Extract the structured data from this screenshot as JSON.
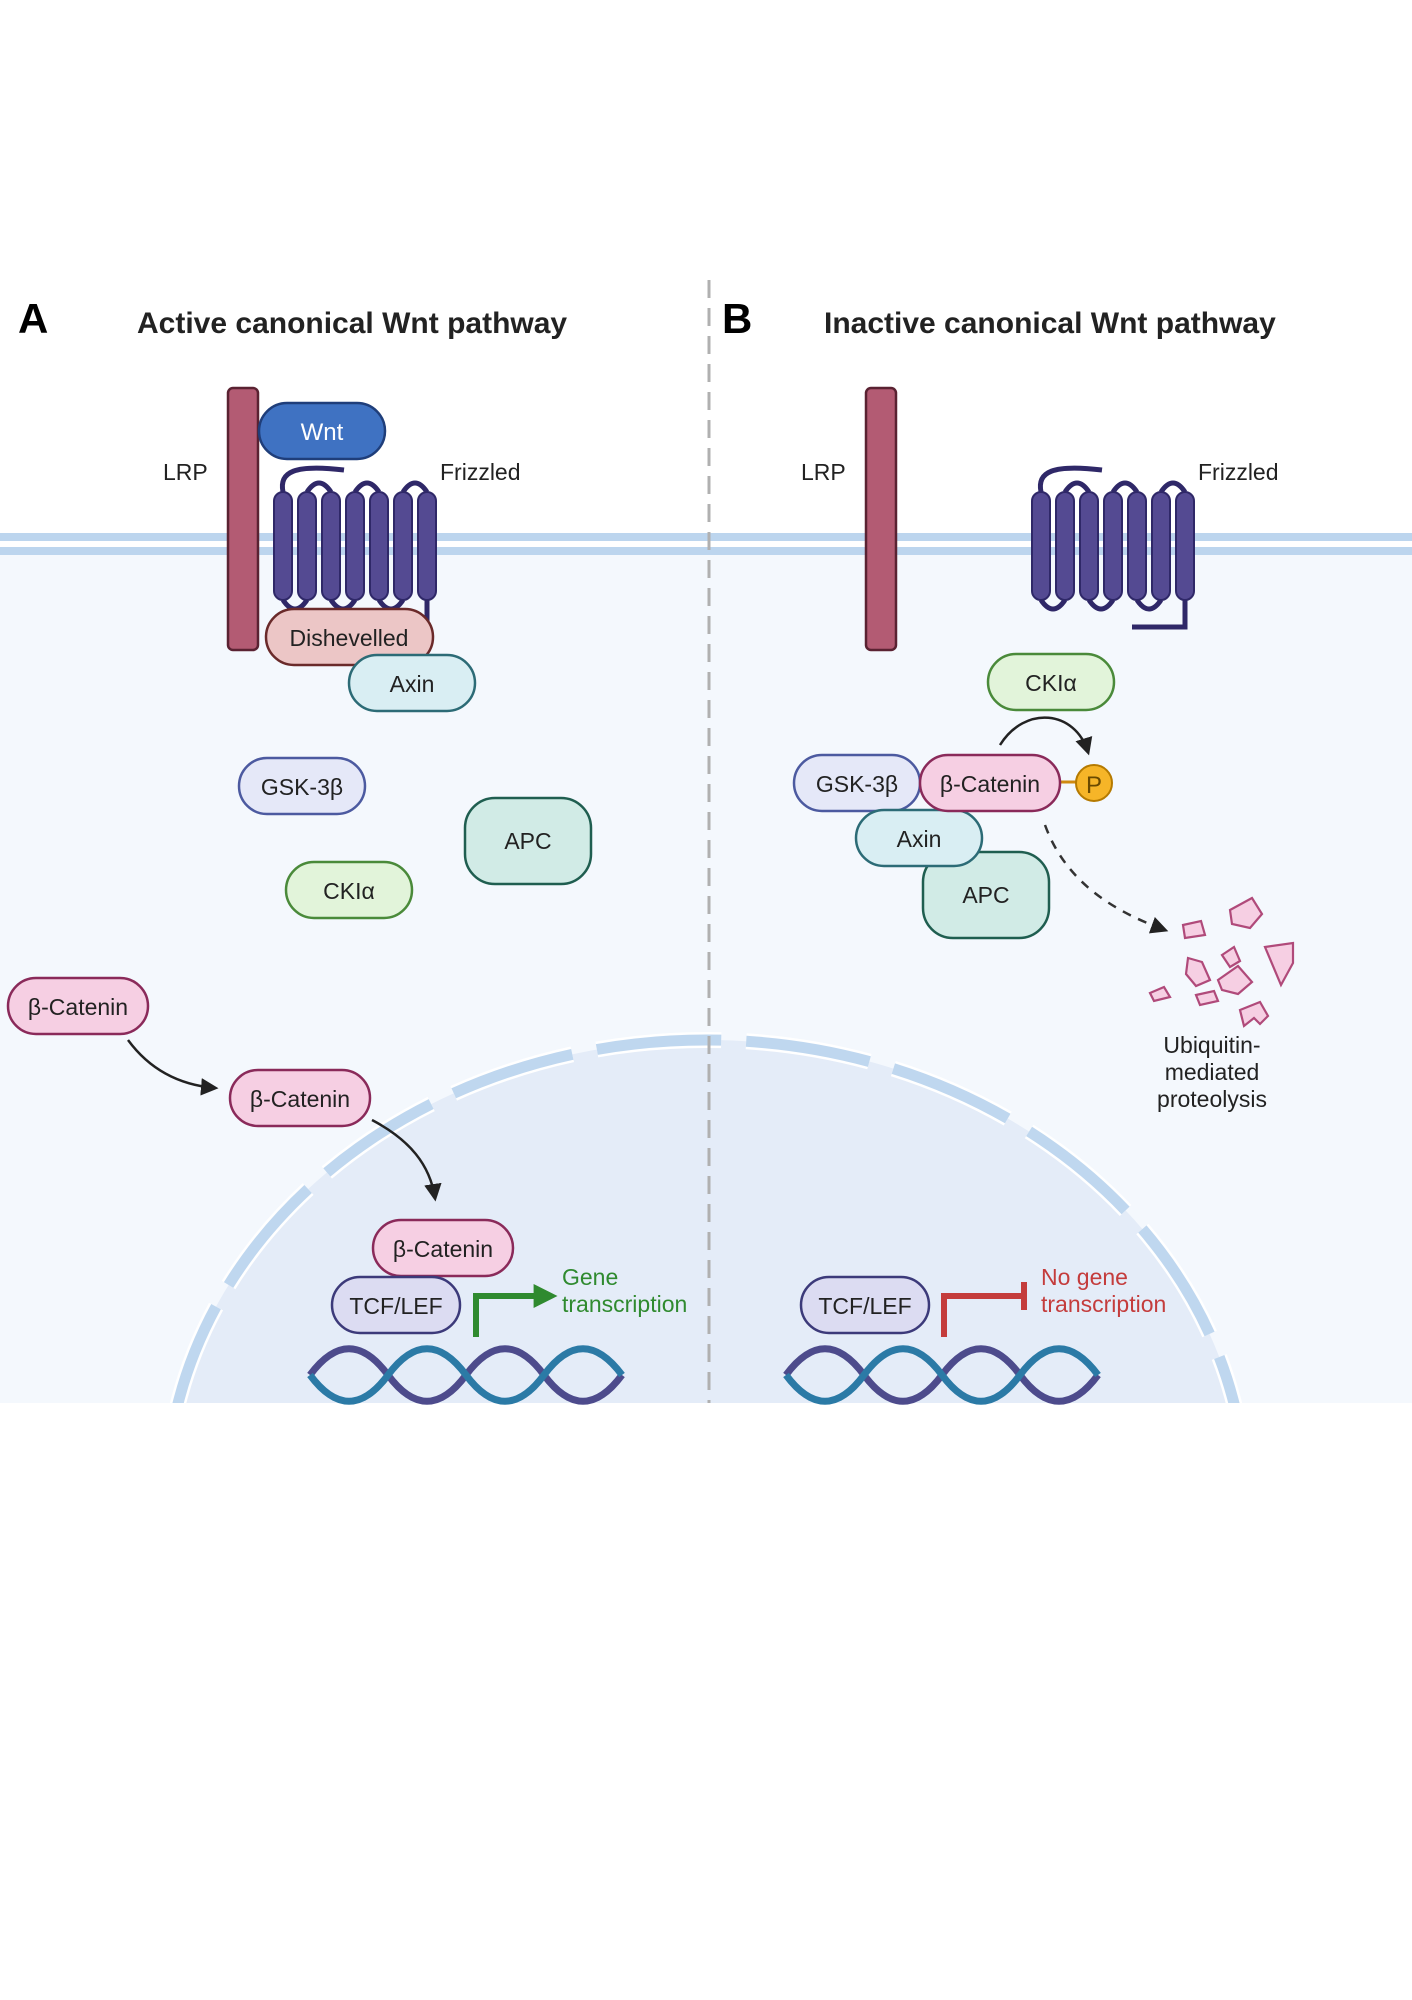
{
  "panel_a": {
    "letter": "A",
    "title": "Active canonical Wnt pathway",
    "lrp": "LRP",
    "frizzled": "Frizzled",
    "wnt": "Wnt",
    "dishevelled": "Dishevelled",
    "axin": "Axin",
    "gsk3b": "GSK-3β",
    "apc": "APC",
    "ckia": "CKIα",
    "bcat_1": "β-Catenin",
    "bcat_2": "β-Catenin",
    "bcat_3": "β-Catenin",
    "tcf": "TCF/LEF",
    "gene_line1": "Gene",
    "gene_line2": "transcription"
  },
  "panel_b": {
    "letter": "B",
    "title": "Inactive canonical Wnt pathway",
    "lrp": "LRP",
    "frizzled": "Frizzled",
    "ckia": "CKIα",
    "gsk3b": "GSK-3β",
    "bcat": "β-Catenin",
    "phospho": "P",
    "axin": "Axin",
    "apc": "APC",
    "ubiq_line1": "Ubiquitin-",
    "ubiq_line2": "mediated",
    "ubiq_line3": "proteolysis",
    "tcf": "TCF/LEF",
    "nogene_line1": "No gene",
    "nogene_line2": "transcription"
  },
  "colors": {
    "lrp": "#b35b73",
    "frizzled": "#544a92",
    "wnt": "#3f72c2",
    "dishevelled": "#ecc6c6",
    "axin": "#d9eef3",
    "gsk3b": "#e5e8f8",
    "apc": "#d1ebe6",
    "ckia": "#e2f4da",
    "bcat": "#f6cfe3",
    "tcf": "#dcdcf2",
    "gene": "#2f8a2f",
    "nogene": "#c43c3c",
    "phospho": "#f6b528",
    "membrane": "#bcd5ee",
    "cytoplasm": "#f4f8fd",
    "nucleus": "#e4ecf8",
    "dna1": "#2b7aa6",
    "dna2": "#4d4b8c"
  }
}
